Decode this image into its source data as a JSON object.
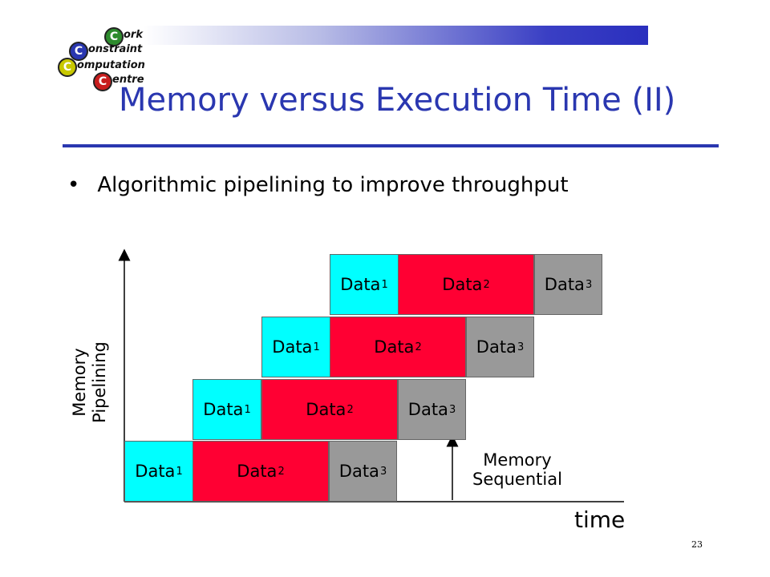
{
  "header": {
    "logo_words": [
      "ork",
      "onstraint",
      "omputation",
      "entre"
    ],
    "logo_letters": [
      "C",
      "C",
      "C",
      "C"
    ]
  },
  "slide": {
    "title": "Memory versus Execution Time (II)",
    "bullet": "Algorithmic pipelining to improve throughput",
    "page_number": "23"
  },
  "diagram": {
    "y_axis_label": [
      "Memory",
      "Pipelining"
    ],
    "x_axis_label": "time",
    "annotation": [
      "Memory",
      "Sequential"
    ],
    "block_base": "Data",
    "rows": [
      {
        "labels": [
          "1",
          "2",
          "3"
        ]
      },
      {
        "labels": [
          "1",
          "2",
          "3"
        ]
      },
      {
        "labels": [
          "1",
          "2",
          "3"
        ]
      },
      {
        "labels": [
          "1",
          "2",
          "3"
        ]
      }
    ],
    "colors": {
      "data1": "#00ffff",
      "data2": "#ff0033",
      "data3": "#999999"
    }
  }
}
